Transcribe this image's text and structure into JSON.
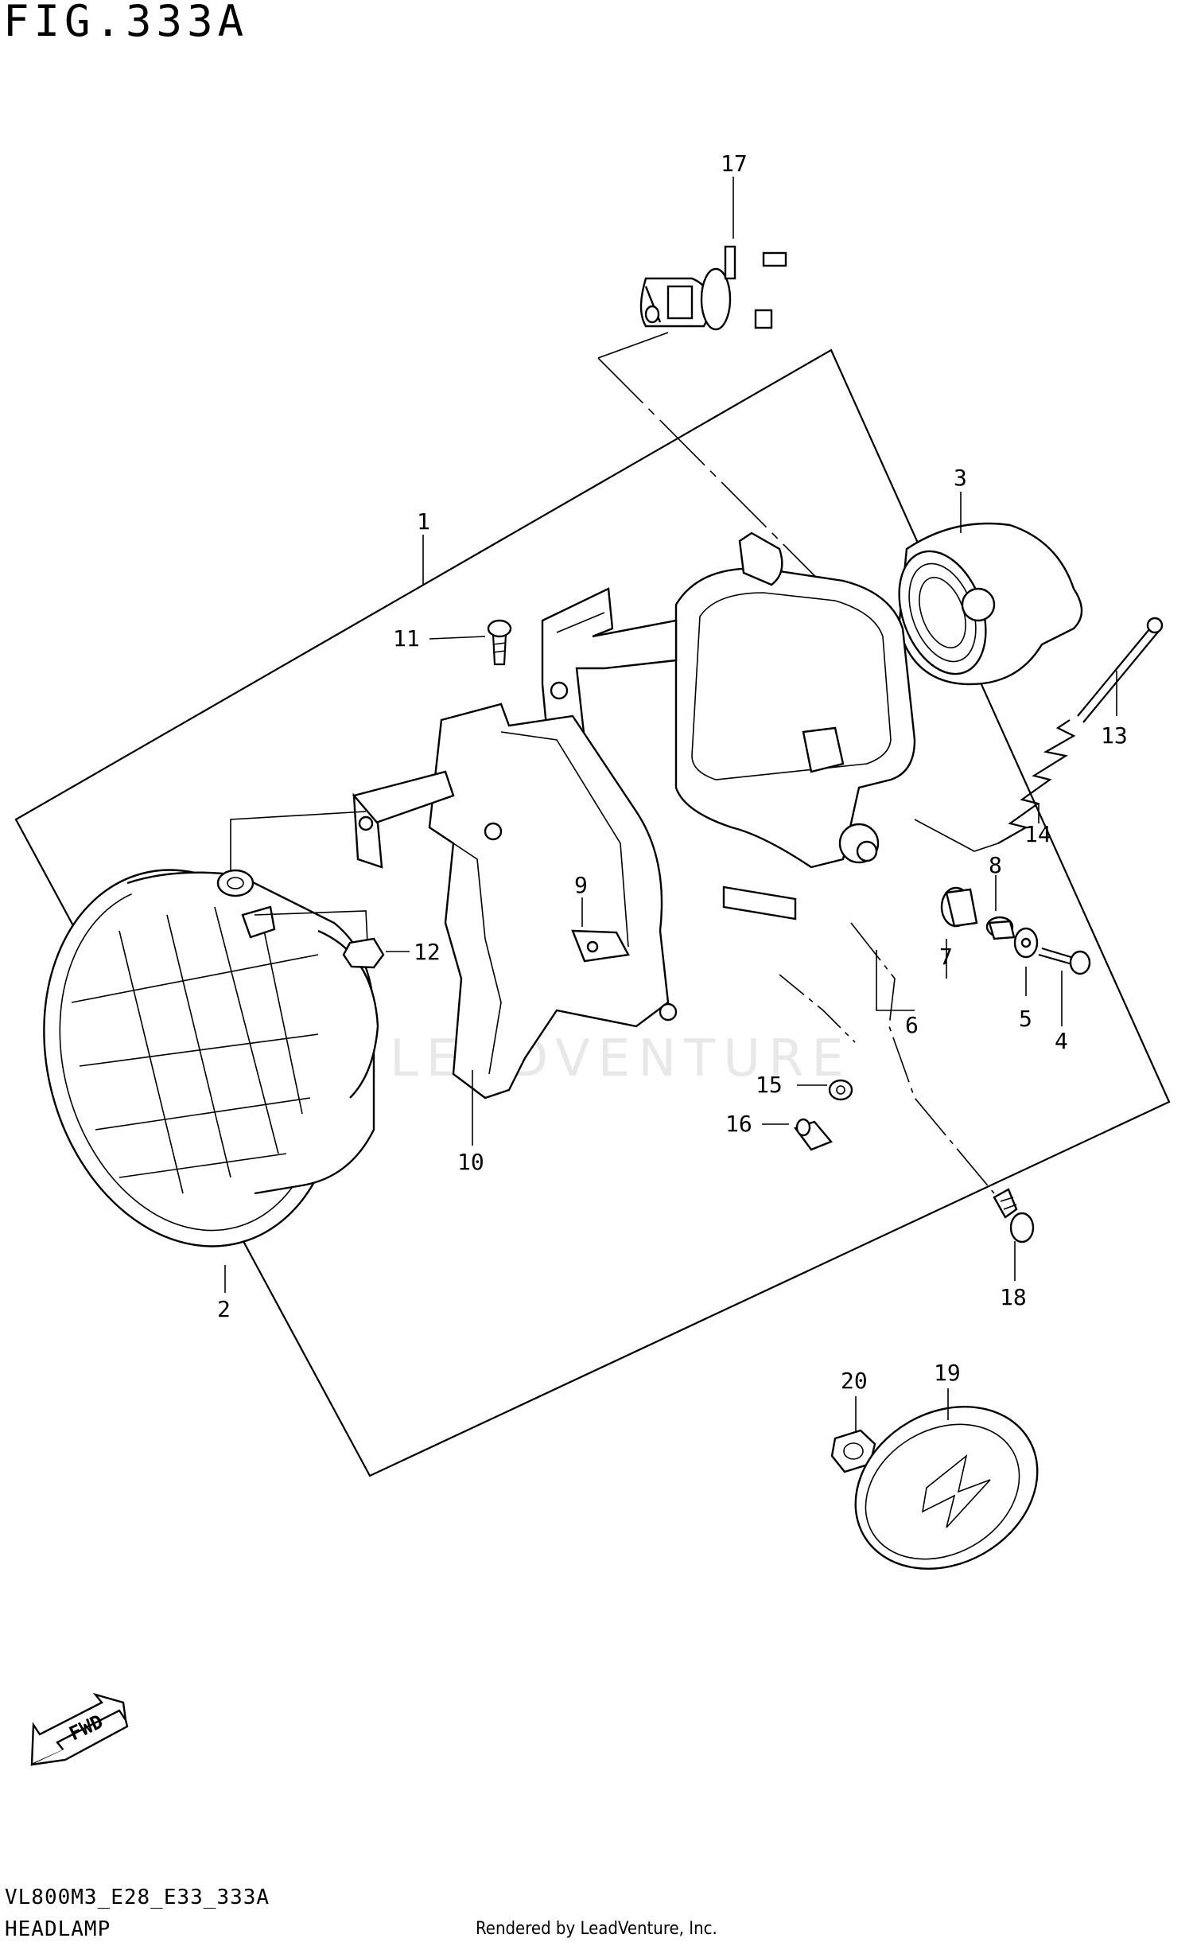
{
  "figure": {
    "title": "FIG.333A",
    "code": "VL800M3_E28_E33_333A",
    "name": "HEADLAMP",
    "credit": "Rendered by LeadVenture, Inc.",
    "watermark": "LEADVENTURE",
    "direction_label": "FWD"
  },
  "callouts": [
    {
      "id": "1",
      "label": "1"
    },
    {
      "id": "2",
      "label": "2"
    },
    {
      "id": "3",
      "label": "3"
    },
    {
      "id": "4",
      "label": "4"
    },
    {
      "id": "5",
      "label": "5"
    },
    {
      "id": "6",
      "label": "6"
    },
    {
      "id": "7",
      "label": "7"
    },
    {
      "id": "8",
      "label": "8"
    },
    {
      "id": "9",
      "label": "9"
    },
    {
      "id": "10",
      "label": "10"
    },
    {
      "id": "11",
      "label": "11"
    },
    {
      "id": "12",
      "label": "12"
    },
    {
      "id": "13",
      "label": "13"
    },
    {
      "id": "14",
      "label": "14"
    },
    {
      "id": "15",
      "label": "15"
    },
    {
      "id": "16",
      "label": "16"
    },
    {
      "id": "17",
      "label": "17"
    },
    {
      "id": "18",
      "label": "18"
    },
    {
      "id": "19",
      "label": "19"
    },
    {
      "id": "20",
      "label": "20"
    }
  ]
}
